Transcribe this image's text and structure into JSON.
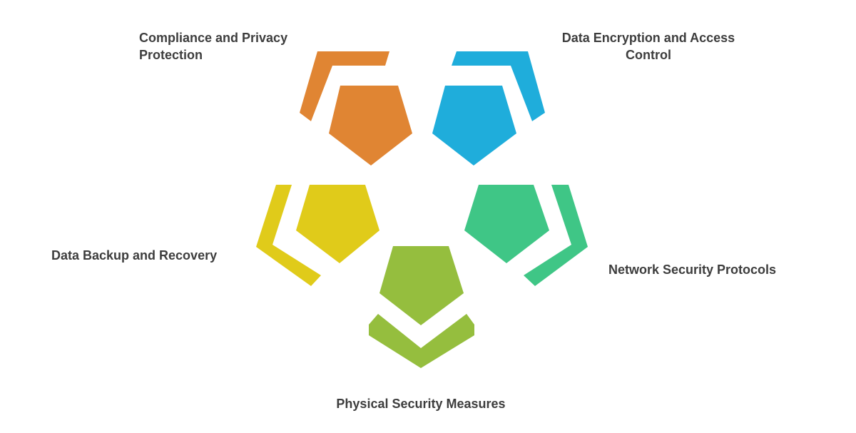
{
  "segments": [
    {
      "id": "compliance",
      "label": "Compliance and Privacy Protection",
      "color": "#E08533"
    },
    {
      "id": "encryption",
      "label": "Data Encryption and Access Control",
      "color": "#1FADDB"
    },
    {
      "id": "backup",
      "label": "Data Backup and Recovery",
      "color": "#E0CB1A"
    },
    {
      "id": "network",
      "label": "Network Security Protocols",
      "color": "#3FC686"
    },
    {
      "id": "physical",
      "label": "Physical Security Measures",
      "color": "#95BE3E"
    }
  ]
}
